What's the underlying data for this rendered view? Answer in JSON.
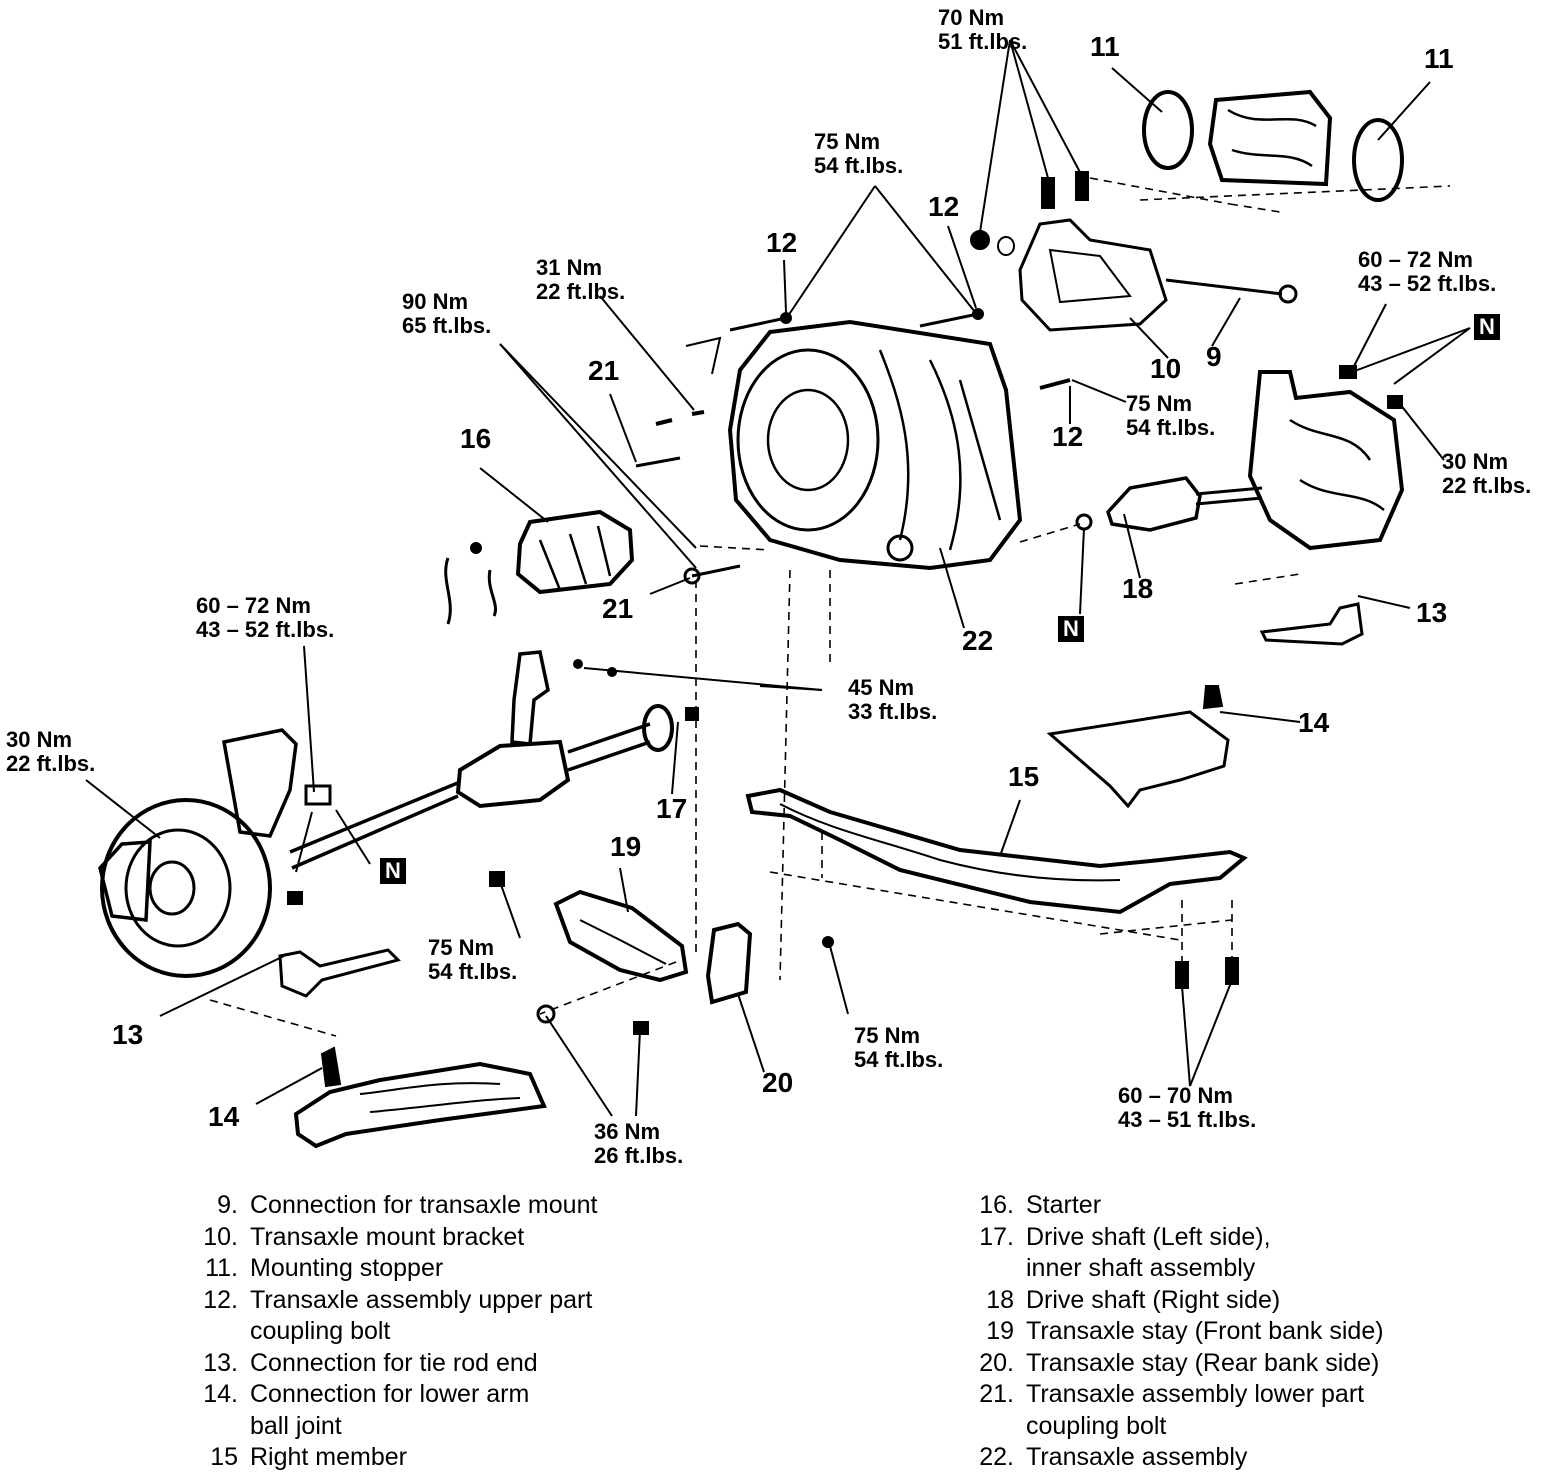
{
  "callouts": {
    "t1": [
      "70 Nm",
      "51 ft.lbs."
    ],
    "t2": [
      "75 Nm",
      "54 ft.lbs."
    ],
    "t3": [
      "31 Nm",
      "22 ft.lbs."
    ],
    "t4": [
      "90 Nm",
      "65 ft.lbs."
    ],
    "t5": [
      "60 – 72 Nm",
      "43 – 52 ft.lbs."
    ],
    "t6": [
      "75 Nm",
      "54 ft.lbs."
    ],
    "t7": [
      "30 Nm",
      "22 ft.lbs."
    ],
    "t8": [
      "60 – 72 Nm",
      "43 – 52 ft.lbs."
    ],
    "t9": [
      "45 Nm",
      "33 ft.lbs."
    ],
    "t10": [
      "30 Nm",
      "22 ft.lbs."
    ],
    "t11": [
      "75 Nm",
      "54 ft.lbs."
    ],
    "t12": [
      "75 Nm",
      "54 ft.lbs."
    ],
    "t13": [
      "36 Nm",
      "26 ft.lbs."
    ],
    "t14": [
      "60 – 70 Nm",
      "43 – 51 ft.lbs."
    ]
  },
  "part_numbers": {
    "p11a": "11",
    "p11b": "11",
    "p12a": "12",
    "p12b": "12",
    "p12c": "12",
    "p9": "9",
    "p10": "10",
    "p21a": "21",
    "p21b": "21",
    "p16": "16",
    "p18": "18",
    "p22": "22",
    "p13a": "13",
    "p13b": "13",
    "p14a": "14",
    "p14b": "14",
    "p15": "15",
    "p17": "17",
    "p19": "19",
    "p20": "20"
  },
  "marker": "N",
  "legend_left": [
    {
      "num": "9.",
      "lines": [
        "Connection for transaxle mount"
      ]
    },
    {
      "num": "10.",
      "lines": [
        "Transaxle mount bracket"
      ]
    },
    {
      "num": "11.",
      "lines": [
        "Mounting stopper"
      ]
    },
    {
      "num": "12.",
      "lines": [
        "Transaxle assembly upper part",
        "coupling bolt"
      ]
    },
    {
      "num": "13.",
      "lines": [
        "Connection for tie rod end"
      ]
    },
    {
      "num": "14.",
      "lines": [
        "Connection for lower arm",
        "ball joint"
      ]
    },
    {
      "num": "15",
      "lines": [
        "Right member"
      ]
    }
  ],
  "legend_right": [
    {
      "num": "16.",
      "lines": [
        "Starter"
      ]
    },
    {
      "num": "17.",
      "lines": [
        "Drive shaft (Left side),",
        "inner shaft assembly"
      ]
    },
    {
      "num": "18",
      "lines": [
        "Drive shaft (Right side)"
      ]
    },
    {
      "num": "19",
      "lines": [
        "Transaxle stay (Front bank side)"
      ]
    },
    {
      "num": "20.",
      "lines": [
        "Transaxle stay (Rear bank side)"
      ]
    },
    {
      "num": "21.",
      "lines": [
        "Transaxle assembly lower part",
        "coupling bolt"
      ]
    },
    {
      "num": "22.",
      "lines": [
        "Transaxle assembly"
      ]
    }
  ]
}
